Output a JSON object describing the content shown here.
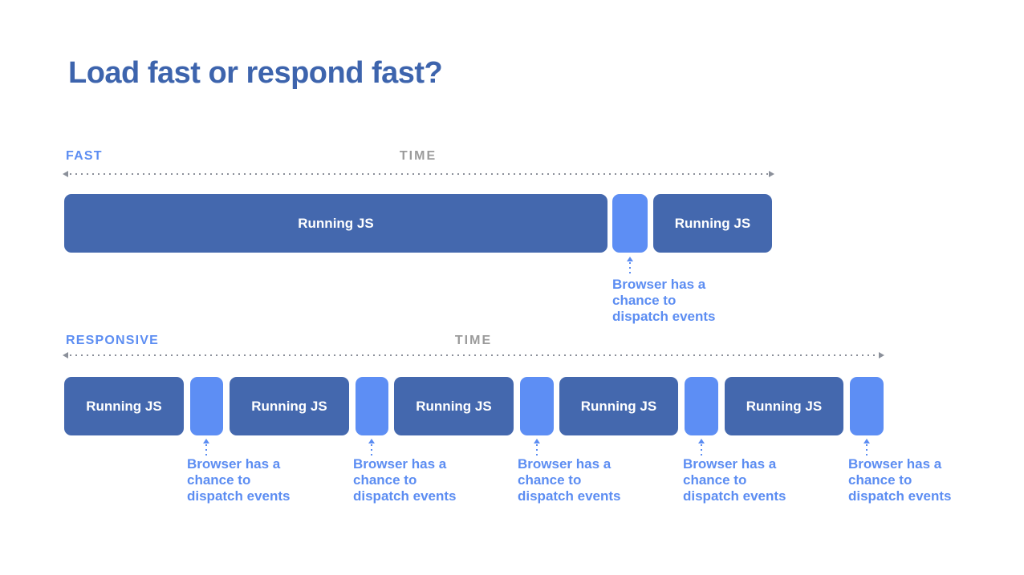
{
  "slide": {
    "title": "Load fast or respond fast?",
    "background_color": "#ffffff"
  },
  "colors": {
    "title_text": "#3d64ad",
    "accent_blue": "#5c8df2",
    "running_js_block": "#4468ae",
    "gap_block": "#5d8ef4",
    "time_label_gray": "#9b9b9b",
    "axis_gray": "#8b909a",
    "block_text": "#ffffff"
  },
  "fast_section": {
    "label": "FAST",
    "time_label": "TIME",
    "blocks": [
      {
        "type": "running-js",
        "label": "Running JS"
      },
      {
        "type": "event-dispatch-gap",
        "label": ""
      },
      {
        "type": "running-js",
        "label": "Running JS"
      }
    ],
    "annotations": [
      {
        "line1": "Browser has a",
        "line2": "chance to",
        "line3": "dispatch events"
      }
    ]
  },
  "responsive_section": {
    "label": "RESPONSIVE",
    "time_label": "TIME",
    "blocks": [
      {
        "type": "running-js",
        "label": "Running JS"
      },
      {
        "type": "event-dispatch-gap",
        "label": ""
      },
      {
        "type": "running-js",
        "label": "Running JS"
      },
      {
        "type": "event-dispatch-gap",
        "label": ""
      },
      {
        "type": "running-js",
        "label": "Running JS"
      },
      {
        "type": "event-dispatch-gap",
        "label": ""
      },
      {
        "type": "running-js",
        "label": "Running JS"
      },
      {
        "type": "event-dispatch-gap",
        "label": ""
      },
      {
        "type": "running-js",
        "label": "Running JS"
      },
      {
        "type": "event-dispatch-gap",
        "label": ""
      }
    ],
    "annotations": [
      {
        "line1": "Browser has a",
        "line2": "chance to",
        "line3": "dispatch events"
      },
      {
        "line1": "Browser has a",
        "line2": "chance to",
        "line3": "dispatch events"
      },
      {
        "line1": "Browser has a",
        "line2": "chance to",
        "line3": "dispatch events"
      },
      {
        "line1": "Browser has a",
        "line2": "chance to",
        "line3": "dispatch events"
      },
      {
        "line1": "Browser has a",
        "line2": "chance to",
        "line3": "dispatch events"
      }
    ]
  }
}
